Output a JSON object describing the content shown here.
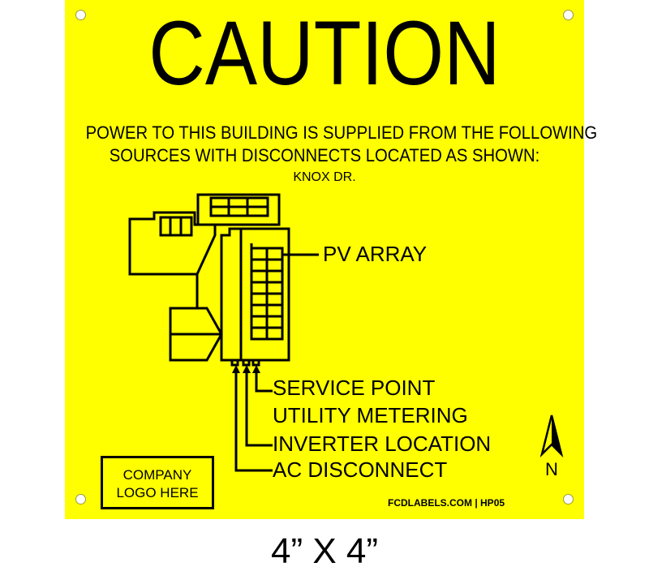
{
  "sign": {
    "heading": "CAUTION",
    "message_line1": "POWER TO THIS BUILDING IS SUPPLIED FROM THE FOLLOWING",
    "message_line2": "SOURCES WITH DISCONNECTS LOCATED AS SHOWN:",
    "street_name": "KNOX DR.",
    "labels": {
      "pv_array": "PV ARRAY",
      "service_point": "SERVICE POINT",
      "utility_metering": "UTILITY METERING",
      "inverter_location": "INVERTER LOCATION",
      "ac_disconnect": "AC DISCONNECT"
    },
    "logo_line1": "COMPANY",
    "logo_line2": "LOGO HERE",
    "credit": "FCDLABELS.COM | HP05",
    "north_letter": "N",
    "icons": [
      "north-arrow-icon"
    ],
    "colors": {
      "background": "#ffff00",
      "ink": "#000000"
    }
  },
  "size_caption": "4” X 4”"
}
